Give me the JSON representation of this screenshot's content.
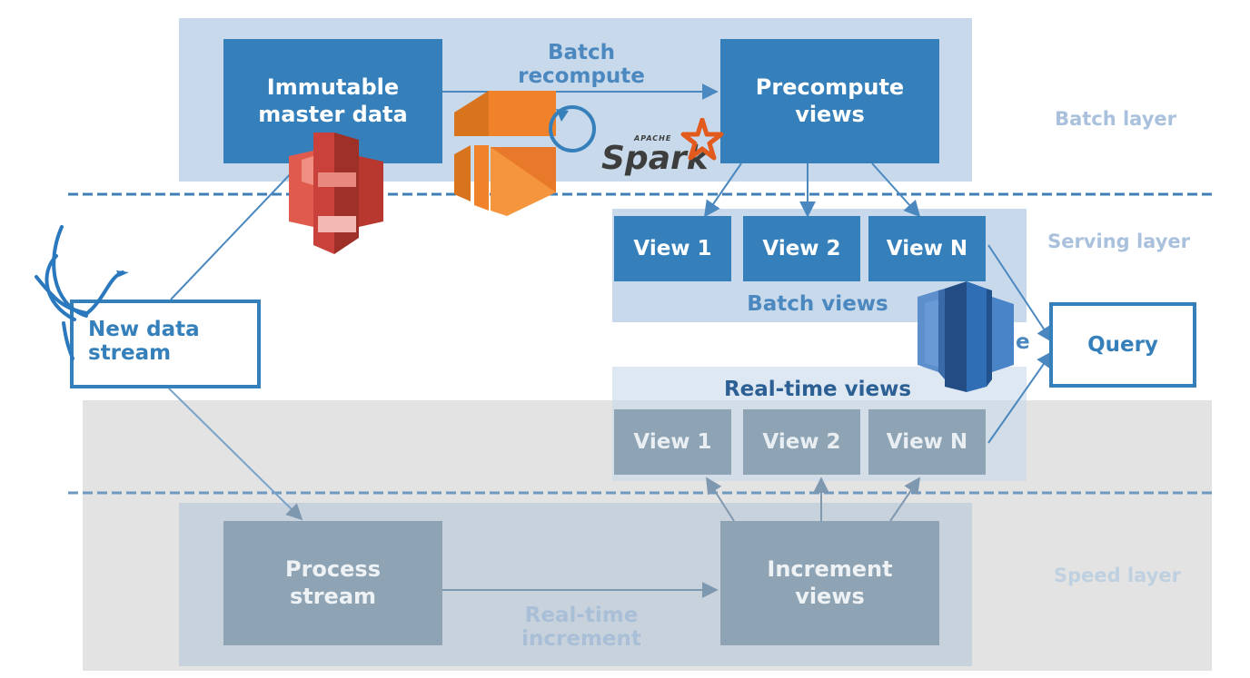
{
  "batch": {
    "master": "Immutable\nmaster data",
    "recompute": "Batch\nrecompute",
    "precompute": "Precompute\nviews",
    "layer": "Batch layer"
  },
  "serving": {
    "views": [
      "View 1",
      "View 2",
      "View N"
    ],
    "batch_views": "Batch views",
    "realtime_views": "Real-time views",
    "layer": "Serving layer",
    "rt_views": [
      "View 1",
      "View 2",
      "View N"
    ],
    "hidden_char": "e"
  },
  "source": {
    "new_data": "New data\nstream"
  },
  "query": {
    "label": "Query"
  },
  "speed": {
    "process": "Process\nstream",
    "increment": "Real-time\nincrement",
    "increment_views": "Increment\nviews",
    "layer": "Speed layer"
  },
  "logos": {
    "spark_small": "APACHE",
    "spark": "Spark"
  },
  "colors": {
    "batch_bg": "#c8d9eb",
    "box_blue": "#3580bb",
    "arrow_blue": "#4b88bf",
    "gray_bg": "#e3e3e3",
    "speed_bg": "#c8d2dc",
    "box_gray": "#8ea3b3",
    "aws_orange": "#f0832a",
    "aws_red": "#d9463c",
    "redshift_blue": "#2f6db5"
  },
  "icons": [
    "flink-bird-icon",
    "aws-s3-icon",
    "aws-emr-icon",
    "apache-spark-logo",
    "aws-redshift-icon"
  ]
}
